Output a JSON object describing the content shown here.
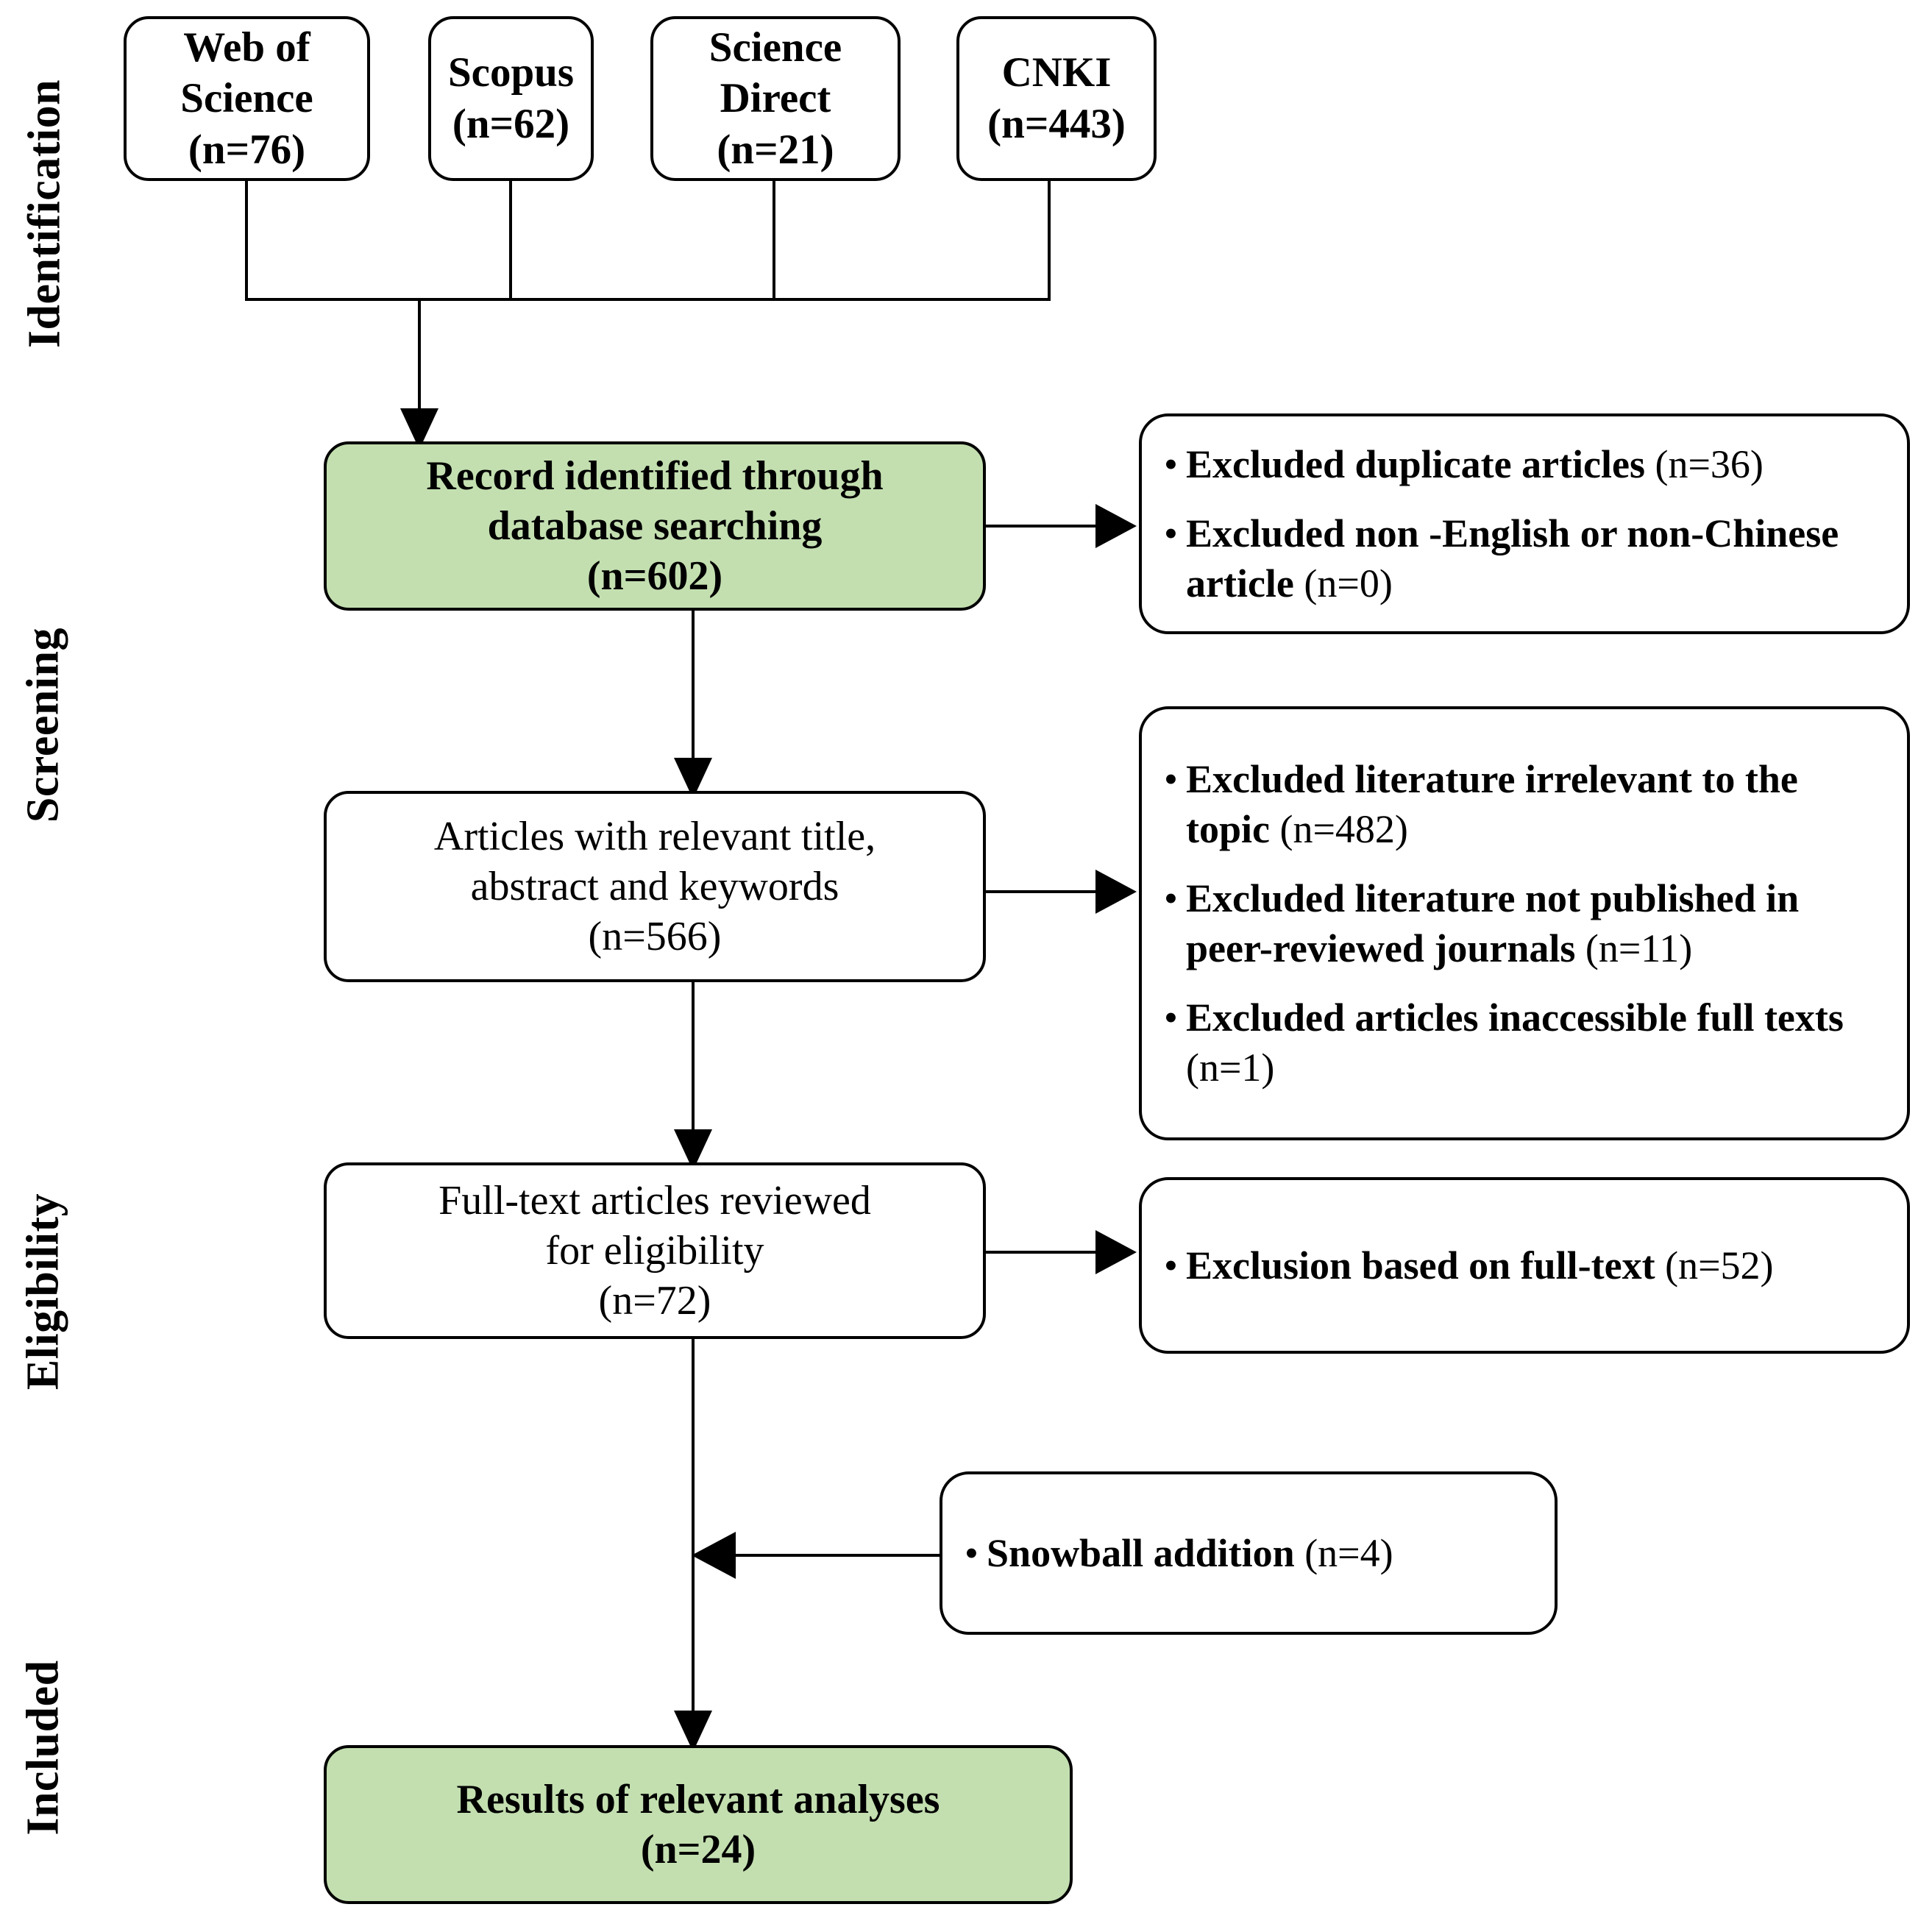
{
  "diagram": {
    "title": "PRISMA literature selection flow diagram",
    "accent_green": "#c3dfb0",
    "line_color": "#000000"
  },
  "stages": [
    {
      "label": "Identification"
    },
    {
      "label": "Screening"
    },
    {
      "label": "Eligibility"
    },
    {
      "label": "Included"
    }
  ],
  "sources": [
    {
      "name": "Web of Science",
      "count": "(n=76)"
    },
    {
      "name": "Scopus",
      "count": "(n=62)"
    },
    {
      "name": "Science Direct",
      "count": "(n=21)"
    },
    {
      "name": "CNKI",
      "count": "(n=443)"
    }
  ],
  "flow": {
    "record_identified": {
      "line1": "Record identified through",
      "line2": "database searching",
      "count": "(n=602)"
    },
    "relevant_title": {
      "line1": "Articles with relevant title,",
      "line2": "abstract and keywords",
      "count": "(n=566)"
    },
    "full_text": {
      "line1": "Full-text articles reviewed",
      "line2": "for eligibility",
      "count": "(n=72)"
    },
    "results": {
      "line1": "Results of relevant analyses",
      "count": "(n=24)"
    }
  },
  "exclusions": {
    "screening_duplicates": {
      "bullets": [
        {
          "text": "Excluded duplicate articles ",
          "count": "(n=36)"
        },
        {
          "text": "Excluded non -English or non-Chinese article ",
          "count": "(n=0)"
        }
      ]
    },
    "screening_topic": {
      "bullets": [
        {
          "text": "Excluded literature irrelevant to the topic ",
          "count": "(n=482)"
        },
        {
          "text": "Excluded literature not published in peer-reviewed journals ",
          "count": "(n=11)"
        },
        {
          "text": "Excluded articles inaccessible full texts ",
          "count": "(n=1)"
        }
      ]
    },
    "eligibility_fulltext": {
      "bullets": [
        {
          "text": "Exclusion based on full-text ",
          "count": "(n=52)"
        }
      ]
    }
  },
  "additions": {
    "snowball": {
      "bullets": [
        {
          "text": "Snowball addition ",
          "count": "(n=4)"
        }
      ]
    }
  },
  "bullet_glyph": "•"
}
